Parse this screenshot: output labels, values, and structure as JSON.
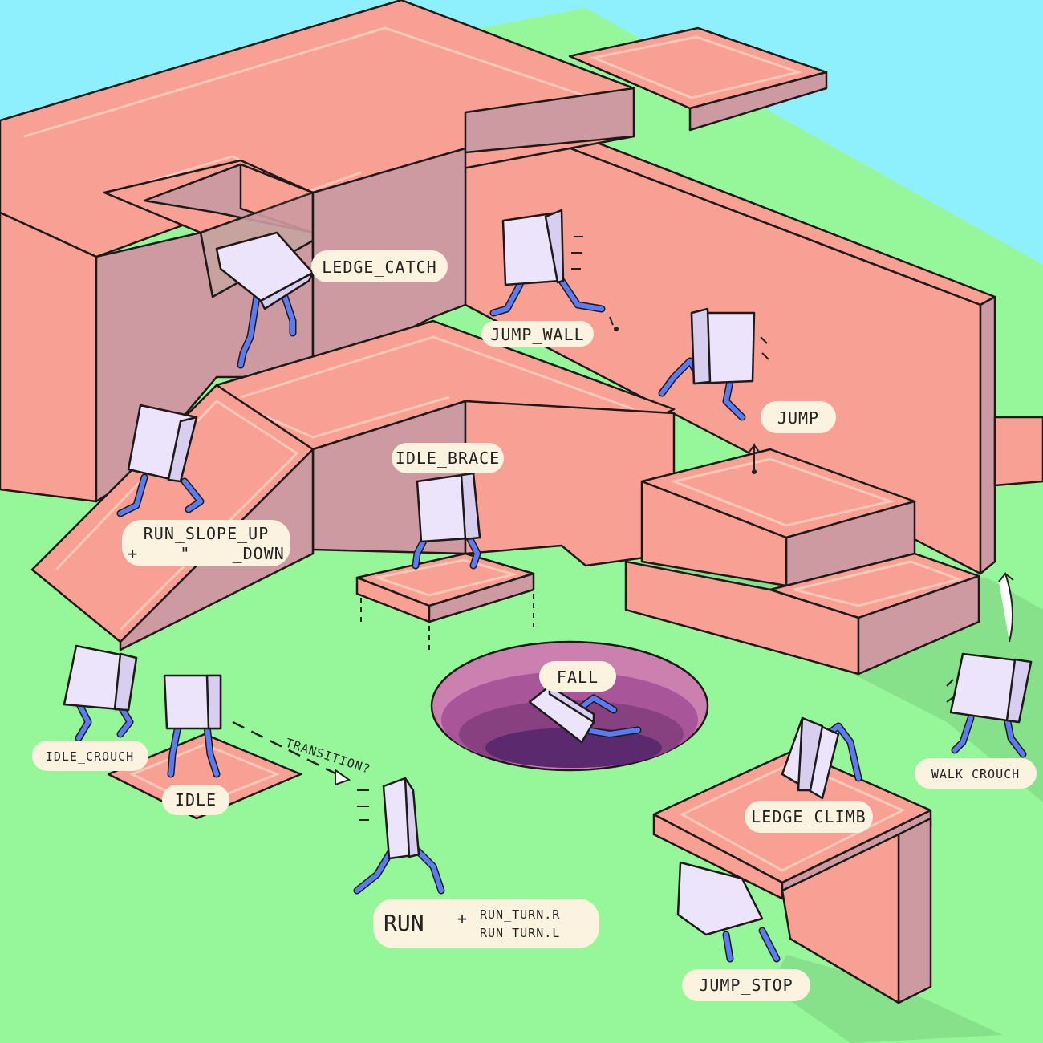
{
  "labels": {
    "ledge_catch": "LEDGE_CATCH",
    "jump_wall": "JUMP_WALL",
    "jump": "JUMP",
    "idle_brace": "IDLE_BRACE",
    "run_slope_line1": "RUN_SLOPE_UP",
    "run_slope_line2": "+    \"    _DOWN",
    "fall": "FALL",
    "idle_crouch": "IDLE_CROUCH",
    "idle": "IDLE",
    "transition": "TRANSITION?",
    "run": "RUN",
    "run_turns_plus": "+",
    "run_turn_r": "RUN_TURN.R",
    "run_turn_l": "RUN_TURN.L",
    "ledge_climb": "LEDGE_CLIMB",
    "walk_crouch": "WALK_CROUCH",
    "jump_stop": "JUMP_STOP"
  },
  "colors": {
    "sky": "#8ef0fc",
    "grass": "#96f79a",
    "block_top": "#f7a093",
    "block_side": "#cc9aa0",
    "character": "#ece4fa",
    "legs": "#5a7cf0",
    "pit_dark": "#5b2a6e",
    "label_bg": "#fcf2e0"
  }
}
